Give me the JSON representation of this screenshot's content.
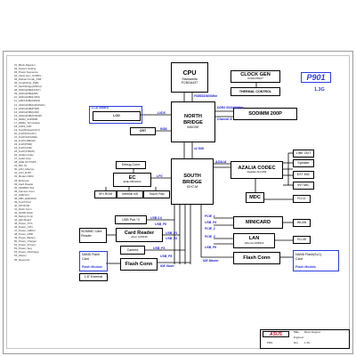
{
  "toc": [
    "01_Block Diagram",
    "02_System Setting",
    "03_Power Sequence",
    "04_Clock Gen_ICS954...",
    "05_Dothan/Yonah_FSB",
    "06_Yonah/Intel_PWR",
    "07_Northbridge(GMCH)",
    "08_GMCH(NB)(HOST)",
    "09_GMCH(NB)(DMI)",
    "10_GMCH(NB)(LVDS)",
    "11_GMCH(NB)(DDR2)",
    "12_GMCH(NB)(GRAPHIC)",
    "13_GMCH(NB)(PWR)",
    "14_GMCH(NB)(GND)",
    "15_GMCH(NB)(STRAP)",
    "16_DDR2_SODIMM",
    "17_DDR2_Termination",
    "18_LVDS_CRT",
    "19_Southbridge(ICH7)",
    "20_ICH7(PCI/LPC)",
    "21_ICH7(SATA/IDE)",
    "22_ICH7(USB/AZ)",
    "23_ICH7(PWR)",
    "24_ICH7(GND)",
    "25_ICH7(STRAP)",
    "26_Azalia Codec",
    "27_Audio Amp",
    "28_LINE OUT/SPK",
    "29_MIC IN",
    "30_LAN_Atheros",
    "31_LAN_RJ45",
    "32_Modem MDC",
    "33_MiniCard",
    "34_Card Reader",
    "35_SD/MMC Slot",
    "36_Camera Conn",
    "37_USB Port",
    "38_KBC_ENE3310",
    "39_Touch Pad",
    "40_SPI ROM",
    "41_Flash Conn",
    "42_NAND Flash",
    "43_Debug Conn",
    "44_LED Board",
    "45_Power_SYS",
    "46_Power_CPU",
    "47_Power_GMCH",
    "48_Power_DDR",
    "49_Power_Battery",
    "50_Power_Charger",
    "51_Power_Protect",
    "52_Power_Seq",
    "53_Power_Discharge",
    "54_History",
    "55_Reserved"
  ],
  "model": "P901",
  "version": "1.3G",
  "blocks": {
    "cpu": {
      "title": "CPU",
      "sub1": "Stamarella",
      "sub2": "FCBGA437"
    },
    "clock": {
      "title": "CLOCK GEN",
      "sub": "ICS9LPR427"
    },
    "thermal": {
      "title": "THERMAL CONTROL"
    },
    "nb": {
      "title1": "NORTH",
      "title2": "BRIDGE",
      "sub": "945GSE"
    },
    "sodimm": {
      "title": "SODIMM 200P"
    },
    "lcd_board": {
      "caption": "LCD Board",
      "inner": "LCD"
    },
    "crt": {
      "title": "CRT"
    },
    "sb": {
      "title1": "SOUTH",
      "title2": "BRIDGE",
      "sub": "ICH7-M"
    },
    "azalia": {
      "title": "AZALIA CODEC",
      "sub": "Realtek ALC269"
    },
    "line_out": {
      "title": "LINE OUT"
    },
    "speaker": {
      "title": "Speaker"
    },
    "ext_mic": {
      "title": "EXT MIC"
    },
    "int_mic": {
      "title": "INT MIC"
    },
    "mdc": {
      "title": "MDC"
    },
    "rj11": {
      "title": "RJ-11"
    },
    "debug": {
      "title": "Debug Conn"
    },
    "ec": {
      "title": "EC",
      "sub": "ENE KBC3310"
    },
    "spi": {
      "title": "SPI ROM"
    },
    "kb": {
      "title": "Internal KB"
    },
    "tp": {
      "title": "Touch Pad"
    },
    "usb": {
      "title": "USB Port *3"
    },
    "sdmmc": {
      "title": "SD/MMC Card Reader"
    },
    "cardreader": {
      "title": "Card Reader",
      "sub": "Alcor AU6336"
    },
    "camera": {
      "title": "Camera"
    },
    "minicard": {
      "title": "MINICARD"
    },
    "wlan": {
      "title": "WLAN"
    },
    "lan": {
      "title": "LAN",
      "sub": "Atheros AR8113"
    },
    "rj45": {
      "title": "RJ-45"
    },
    "nand_left": {
      "line1": "NAND Flash",
      "line2": "Card",
      "module": "Flash Module",
      "ext": "1.8\" External"
    },
    "flash_left": {
      "title": "Flash Conn"
    },
    "flash_right": {
      "title": "Flash Conn"
    },
    "nand_right": {
      "line1": "NAND Flash(SLC)",
      "line2": "Card",
      "module": "Flash Module"
    }
  },
  "signals": {
    "fsb": "FSB533/400MHz",
    "ddr2": "DDR2 533/400MHz",
    "ch": "Channel A",
    "lvds": "LVDS",
    "rgb": "RGB",
    "dmi": "x2 DMI",
    "lpc": "LPC",
    "azalia": "AZALIA",
    "usb": "USB 2.0",
    "pcie1": "PCIE_1",
    "pcie2": "PCIE_2",
    "pcie3": "PCIE_3",
    "usb_p0": "USB_P0",
    "usb_p1": "USB_P1",
    "usb_p2": "USB_P2",
    "usb_p3": "USB_P3",
    "usb_p4": "USB_P4",
    "usb_p5": "USB_P5",
    "usb_p6": "USB_P6",
    "ide_left": "IDE Slave",
    "ide_right": "IDE Master"
  },
  "titleblock": {
    "logo": "ASUS",
    "title_label": "Title :",
    "title_value": "Block Diagram",
    "eng_label": "Engineer:",
    "eng_value": "",
    "model_label": "P901",
    "rev_label": "Rev",
    "rev_value": "1.3G"
  },
  "colors": {
    "accent_blue": "#2b3ee0",
    "signal_blue": "#1a1ad0",
    "line": "#000000"
  }
}
